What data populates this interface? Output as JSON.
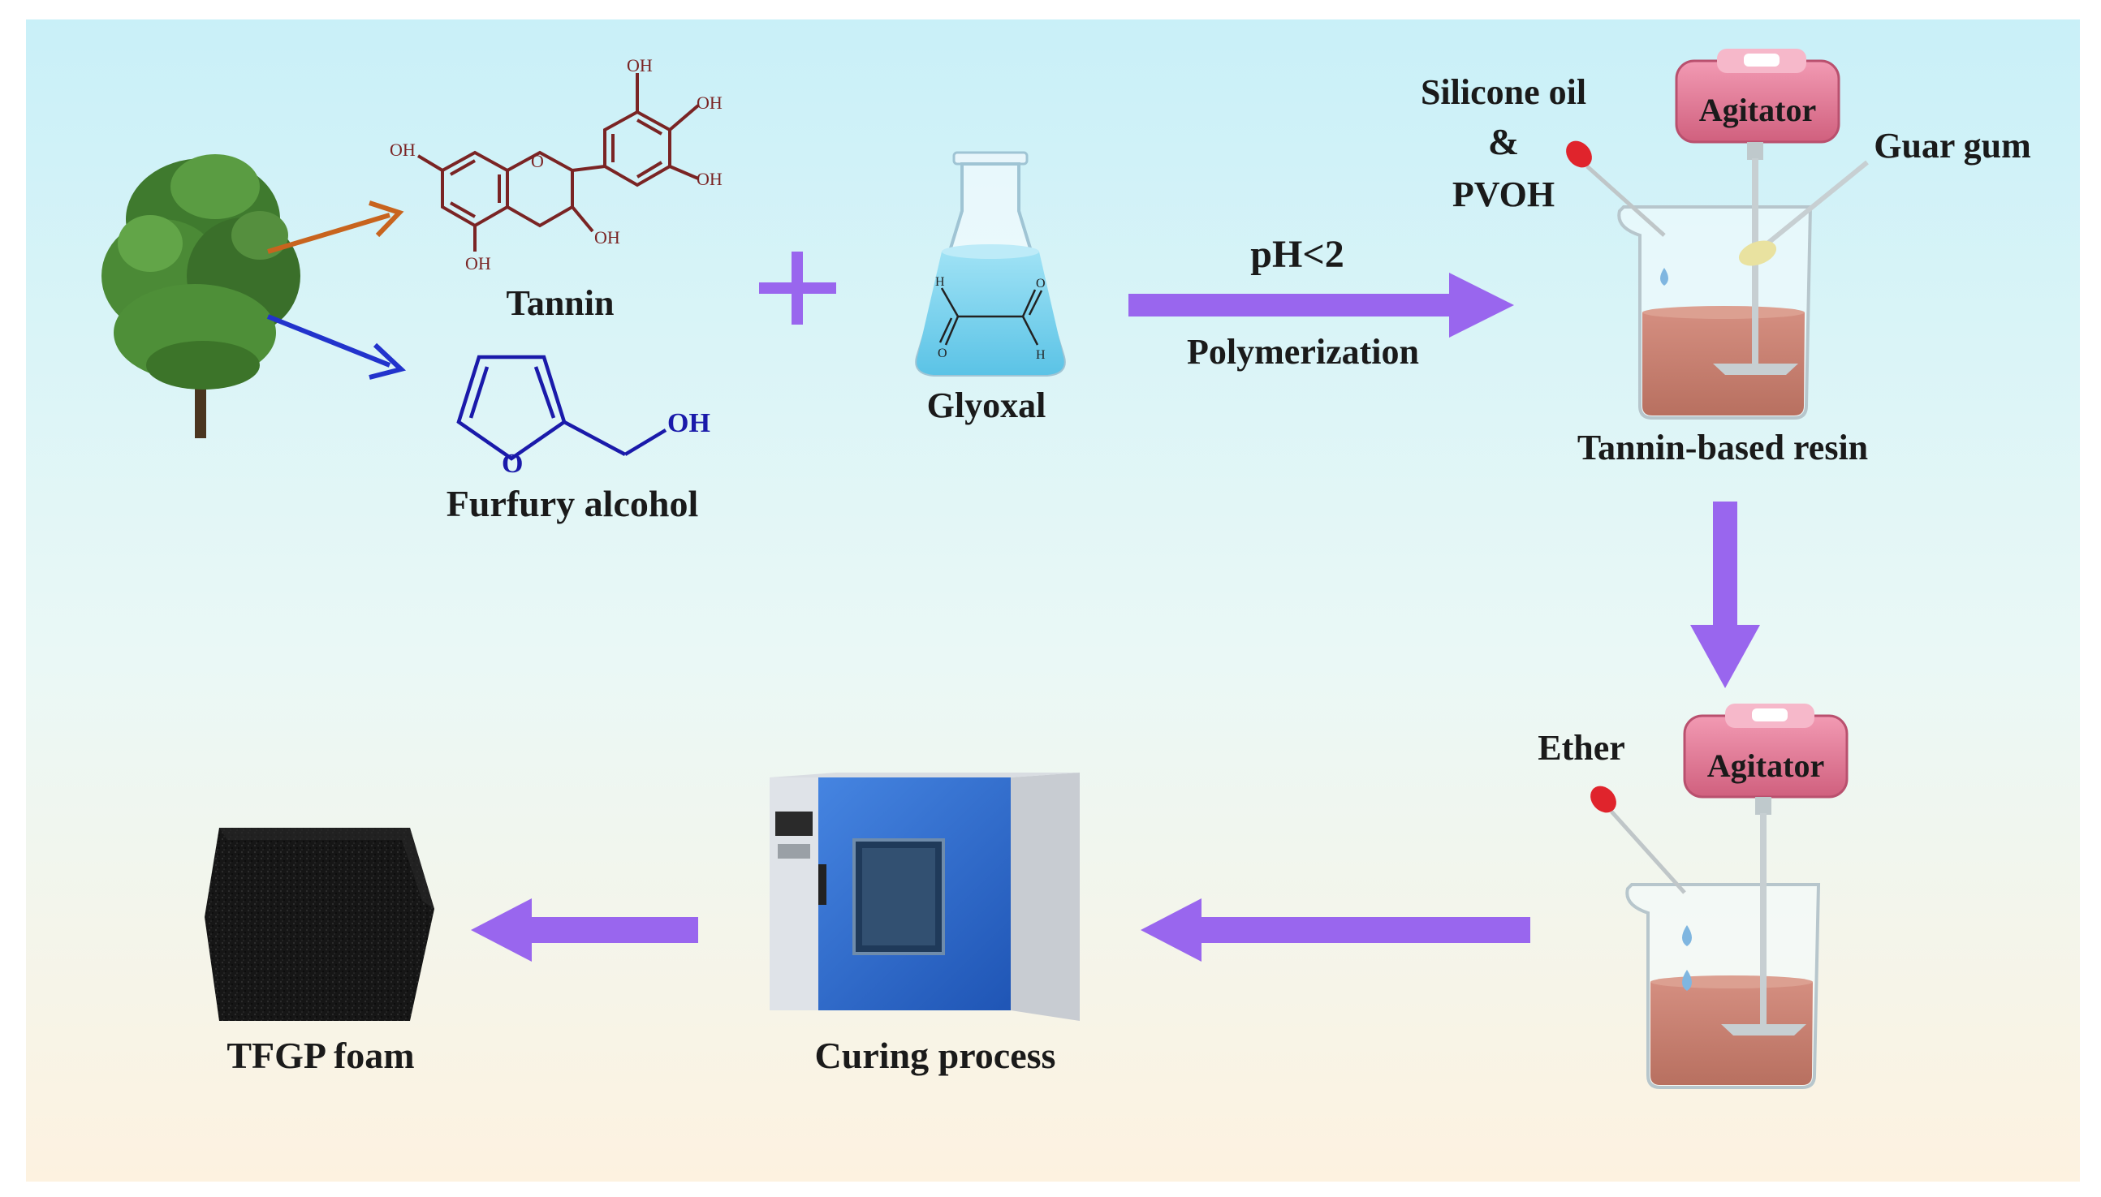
{
  "labels": {
    "tannin": "Tannin",
    "furfuryl_alcohol": "Furfury alcohol",
    "glyoxal": "Glyoxal",
    "ph_condition": "pH<2",
    "polymerization": "Polymerization",
    "silicone_oil": "Silicone oil",
    "ampersand": "&",
    "pvoh": "PVOH",
    "guar_gum": "Guar gum",
    "agitator_top": "Agitator",
    "tannin_resin": "Tannin-based resin",
    "ether": "Ether",
    "agitator_bottom": "Agitator",
    "curing": "Curing process",
    "foam": "TFGP foam"
  },
  "chem": {
    "oh": "OH",
    "o": "O",
    "h": "H"
  },
  "colors": {
    "arrow_main": "#9966ee",
    "tree_arrow_tannin": "#c8641e",
    "tree_arrow_furfuryl": "#2233cc",
    "tannin_structure": "#7a2424",
    "furfuryl_structure": "#1a1aaa",
    "agitator_body": "#e07a9a",
    "resin": "#c98070",
    "oven_blue": "#2e6cd0"
  }
}
